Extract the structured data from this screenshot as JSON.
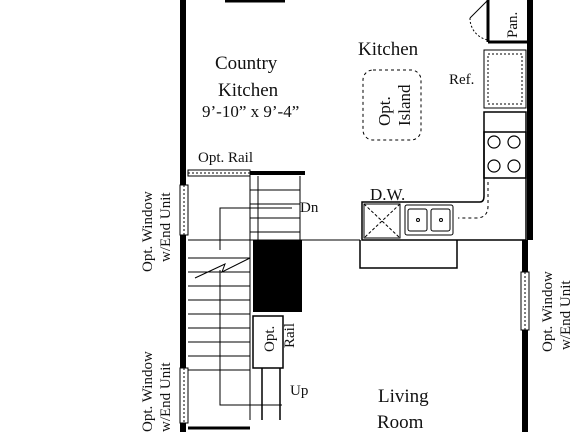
{
  "rooms": {
    "country_kitchen": {
      "name_line1": "Country",
      "name_line2": "Kitchen",
      "dims": "9’-10” x 9’-4”"
    },
    "kitchen": {
      "name": "Kitchen"
    },
    "living_room": {
      "name_line1": "Living",
      "name_line2": "Room"
    }
  },
  "fixtures": {
    "pantry": "Pan.",
    "refrigerator": "Ref.",
    "dishwasher": "D.W.",
    "island_line1": "Opt.",
    "island_line2": "Island"
  },
  "stairs": {
    "down": "Dn",
    "up": "Up"
  },
  "rails": {
    "top_rail": "Opt. Rail",
    "side_rail_line1": "Opt.",
    "side_rail_line2": "Rail"
  },
  "windows": {
    "left_upper_line1": "Opt. Window",
    "left_upper_line2": "w/End Unit",
    "left_lower_line1": "Opt. Window",
    "left_lower_line2": "w/End Unit",
    "right_line1": "Opt. Window",
    "right_line2": "w/End Unit"
  }
}
